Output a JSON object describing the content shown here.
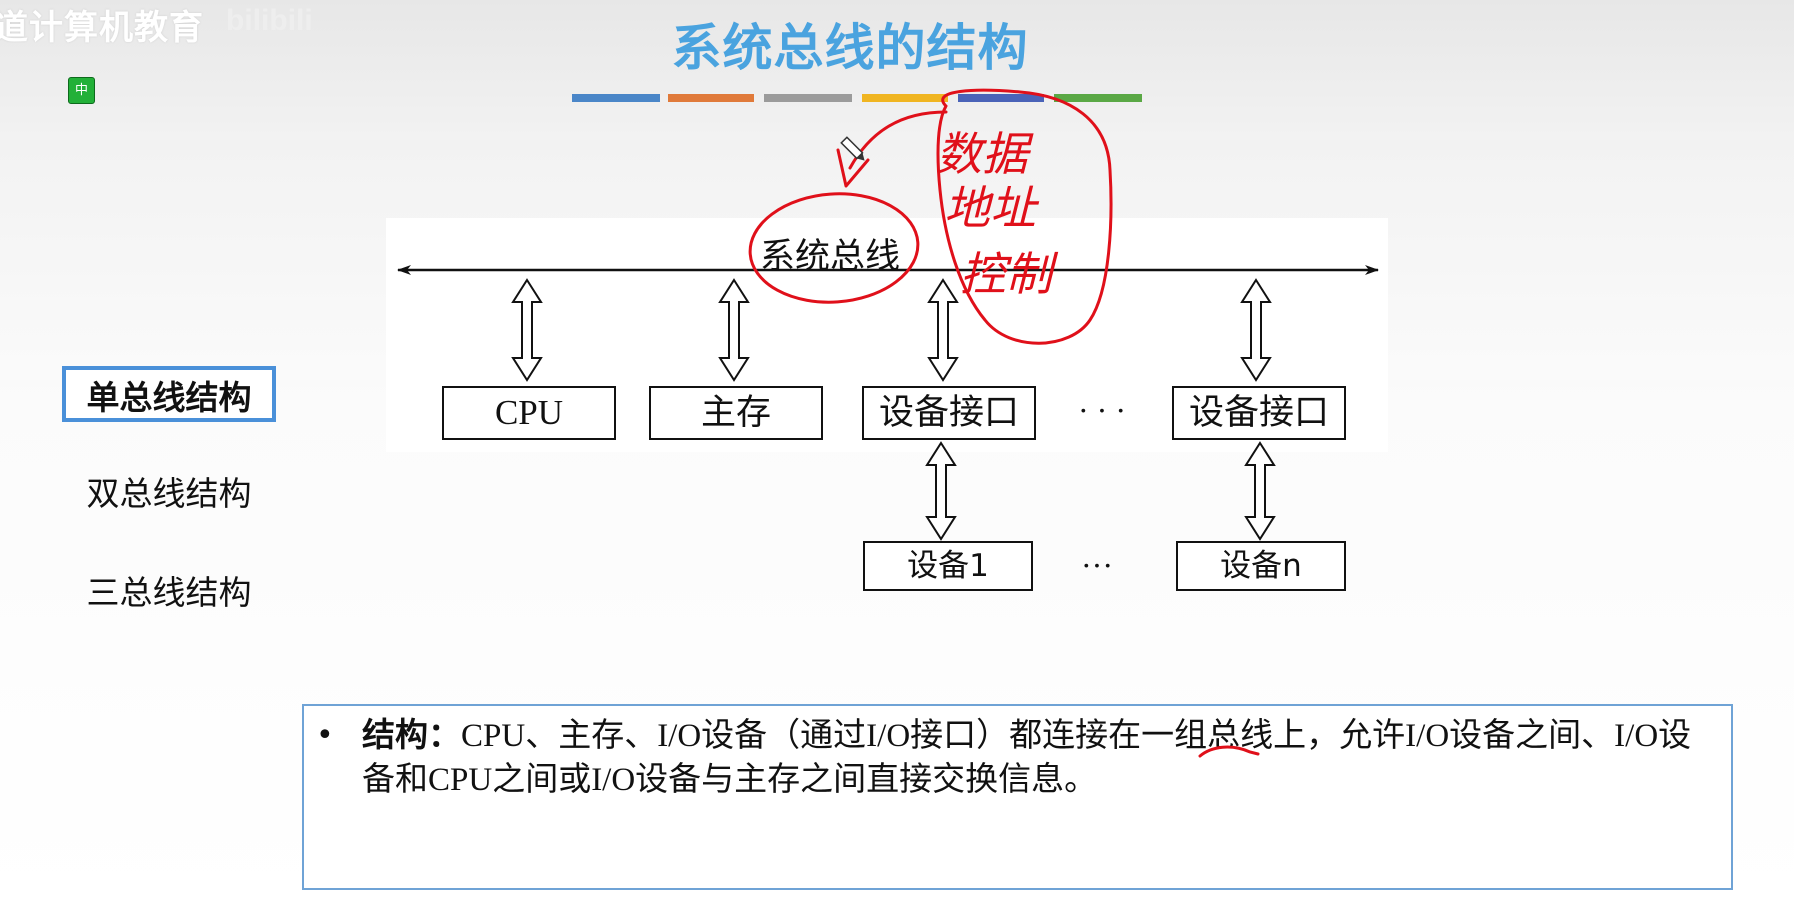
{
  "watermark": {
    "text": "道计算机教育",
    "logo": "bilibili"
  },
  "lang_badge": "中",
  "slide_title": "系统总线的结构",
  "title_stripes": [
    "#4a86c8",
    "#e07a3a",
    "#9b9b9b",
    "#f0b521",
    "#4a63b8",
    "#5aa845"
  ],
  "sidebar": {
    "items": [
      {
        "label": "单总线结构",
        "active": true
      },
      {
        "label": "双总线结构",
        "active": false
      },
      {
        "label": "三总线结构",
        "active": false
      }
    ]
  },
  "diagram": {
    "bus_label": "系统总线",
    "top_boxes": [
      "CPU",
      "主存",
      "设备接口",
      "设备接口"
    ],
    "top_ellipsis": "· · ·",
    "device_boxes": [
      "设备1",
      "设备n"
    ],
    "device_ellipsis": "···"
  },
  "annotation": {
    "lines": [
      "数据",
      "地址",
      "控制"
    ],
    "color": "#e0101a"
  },
  "info": {
    "bullet": "•",
    "label": "结构：",
    "text": "CPU、主存、I/O设备（通过I/O接口）都连接在一组总线上，允许I/O设备之间、I/O设备和CPU之间或I/O设备与主存之间直接交换信息。"
  }
}
